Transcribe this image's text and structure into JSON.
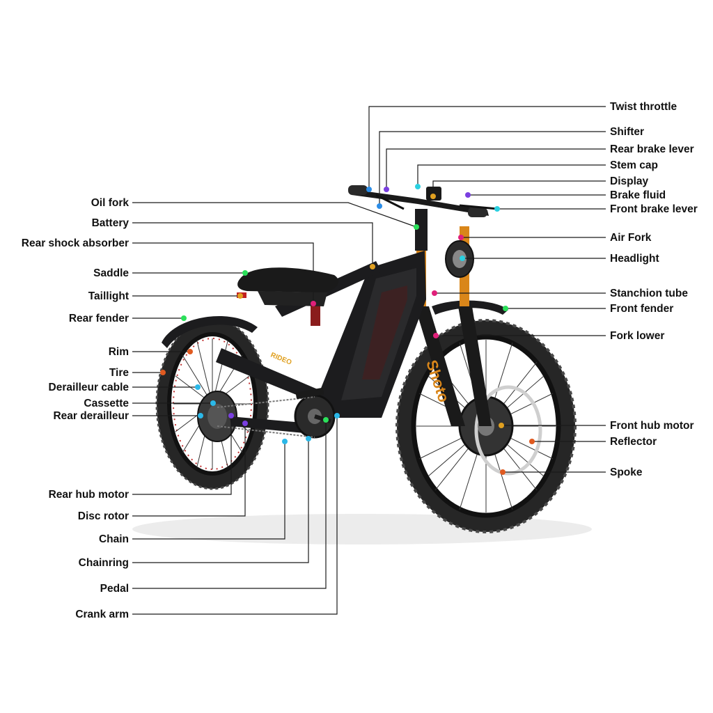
{
  "callouts": [
    {
      "id": "twist-throttle",
      "label": "Twist throttle",
      "side": "right",
      "color": "#2b8de8"
    },
    {
      "id": "shifter",
      "label": "Shifter",
      "side": "right",
      "color": "#2b8de8"
    },
    {
      "id": "rear-brake-lever",
      "label": "Rear brake lever",
      "side": "right",
      "color": "#7a3fe0"
    },
    {
      "id": "stem-cap",
      "label": "Stem cap",
      "side": "right",
      "color": "#2bd0e0"
    },
    {
      "id": "display",
      "label": "Display",
      "side": "right",
      "color": "#e0a020"
    },
    {
      "id": "brake-fluid",
      "label": "Brake fluid",
      "side": "right",
      "color": "#7a3fe0"
    },
    {
      "id": "front-brake-lever",
      "label": "Front brake lever",
      "side": "right",
      "color": "#2bd0e0"
    },
    {
      "id": "air-fork",
      "label": "Air Fork",
      "side": "right",
      "color": "#e0207a"
    },
    {
      "id": "headlight",
      "label": "Headlight",
      "side": "right",
      "color": "#2bd0e0"
    },
    {
      "id": "stanchion-tube",
      "label": "Stanchion tube",
      "side": "right",
      "color": "#e0207a"
    },
    {
      "id": "front-fender",
      "label": "Front fender",
      "side": "right",
      "color": "#2be05a"
    },
    {
      "id": "fork-lower",
      "label": "Fork lower",
      "side": "right",
      "color": "#e0207a"
    },
    {
      "id": "front-hub-motor",
      "label": "Front hub motor",
      "side": "right",
      "color": "#e0a020"
    },
    {
      "id": "reflector",
      "label": "Reflector",
      "side": "right",
      "color": "#e05a20"
    },
    {
      "id": "spoke",
      "label": "Spoke",
      "side": "right",
      "color": "#e05a20"
    },
    {
      "id": "oil-fork",
      "label": "Oil fork",
      "side": "left",
      "color": "#2be05a"
    },
    {
      "id": "battery",
      "label": "Battery",
      "side": "left",
      "color": "#e0a020"
    },
    {
      "id": "rear-shock-absorber",
      "label": "Rear shock absorber",
      "side": "left",
      "color": "#e0207a"
    },
    {
      "id": "saddle",
      "label": "Saddle",
      "side": "left",
      "color": "#2be05a"
    },
    {
      "id": "taillight",
      "label": "Taillight",
      "side": "left",
      "color": "#e0a020"
    },
    {
      "id": "rear-fender",
      "label": "Rear fender",
      "side": "left",
      "color": "#2be05a"
    },
    {
      "id": "rim",
      "label": "Rim",
      "side": "left",
      "color": "#e05a20"
    },
    {
      "id": "tire",
      "label": "Tire",
      "side": "left",
      "color": "#e05a20"
    },
    {
      "id": "derailleur-cable",
      "label": "Derailleur cable",
      "side": "left",
      "color": "#2bb8e8"
    },
    {
      "id": "cassette",
      "label": "Cassette",
      "side": "left",
      "color": "#2bb8e8"
    },
    {
      "id": "rear-derailleur",
      "label": "Rear derailleur",
      "side": "left",
      "color": "#2bb8e8"
    },
    {
      "id": "rear-hub-motor",
      "label": "Rear hub motor",
      "side": "left",
      "color": "#7a3fe0"
    },
    {
      "id": "disc-rotor",
      "label": "Disc rotor",
      "side": "left",
      "color": "#7a3fe0"
    },
    {
      "id": "chain",
      "label": "Chain",
      "side": "left",
      "color": "#2bb8e8"
    },
    {
      "id": "chainring",
      "label": "Chainring",
      "side": "left",
      "color": "#2bb8e8"
    },
    {
      "id": "pedal",
      "label": "Pedal",
      "side": "left",
      "color": "#2be05a"
    },
    {
      "id": "crank-arm",
      "label": "Crank arm",
      "side": "left",
      "color": "#2bb8e8"
    }
  ],
  "colors": {
    "background": "#ffffff",
    "leader_line": "#1a1a1a",
    "label_text": "#111111",
    "frame": "#1c1c1e",
    "tire": "#2a2a2a",
    "fork_gold": "#d9861a"
  },
  "brand_marks": {
    "frame_logo": "RIDEO",
    "fork_decal": "Shoto"
  }
}
